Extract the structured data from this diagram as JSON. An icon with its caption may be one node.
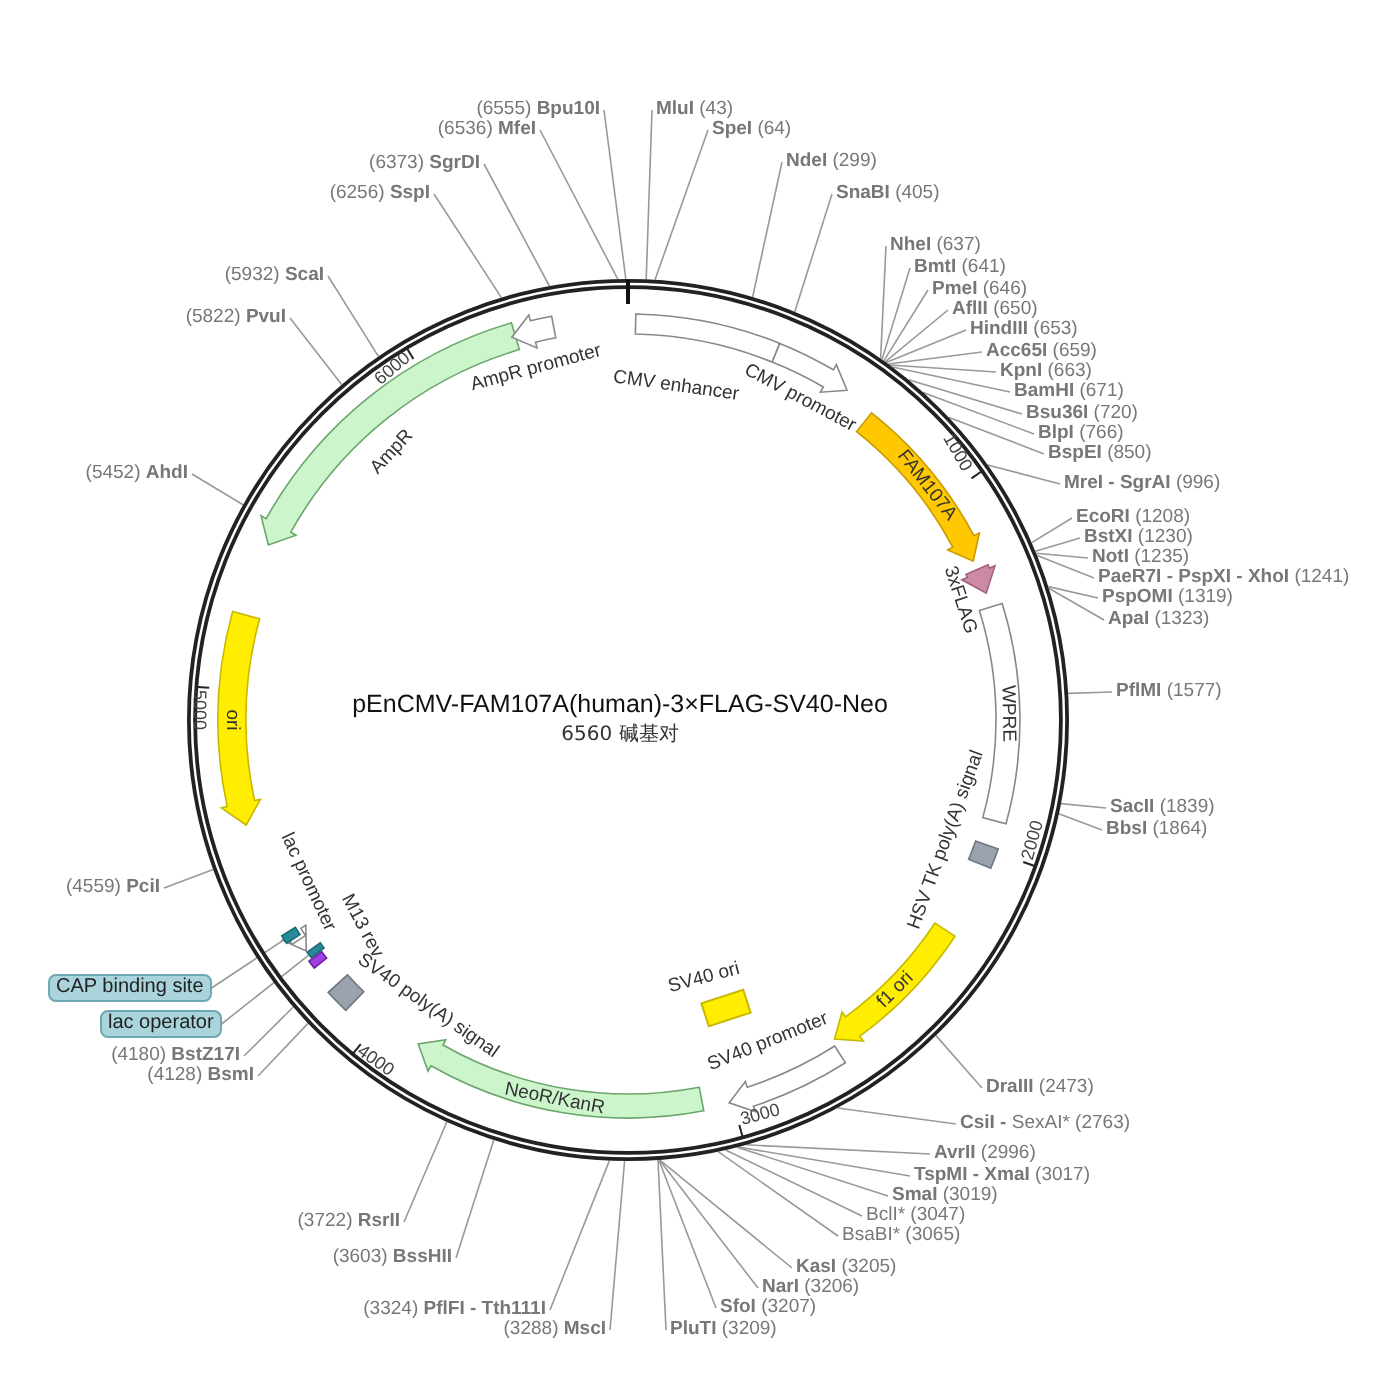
{
  "diagram": {
    "title": "pEnCMV-FAM107A(human)-3×FLAG-SV40-Neo",
    "nodes": [
      {
        "text": [],
        "shape": "circle"
      },
      {
        "text": [
          "CMV enhancer"
        ],
        "in": 0
      },
      {
        "text": [
          "CMV promoter"
        ],
        "in": 0
      },
      {
        "text": [
          "FAM107A"
        ],
        "in": 0
      },
      {
        "text": [
          "3xFLAG"
        ],
        "in": 0
      },
      {
        "text": [
          "WPRE"
        ],
        "in": 0
      },
      {
        "text": [
          "HSV TK poly(A) signal"
        ],
        "in": 0
      },
      {
        "text": [
          "f1 ori"
        ],
        "in": 0
      },
      {
        "text": [
          "SV40 promoter"
        ],
        "in": 0
      },
      {
        "text": [
          "SV40 ori"
        ],
        "in": 0
      },
      {
        "text": [
          "NeoR/KanR"
        ],
        "in": 0
      },
      {
        "text": [
          "SV40 poly(A) signal"
        ],
        "in": 0
      },
      {
        "text": [
          "M13 rev"
        ],
        "in": 0
      },
      {
        "text": [],
        "shape": "box",
        "in": 0
      },
      {
        "text": [
          "lac promoter"
        ],
        "in": 0
      },
      {
        "text": [],
        "shape": "box",
        "in": 0
      },
      {
        "text": [
          "ori"
        ],
        "in": 0
      },
      {
        "text": [
          "AmpR"
        ],
        "in": 0
      },
      {
        "text": [
          "AmpR promoter"
        ],
        "in": 0
      },
      {
        "text": [
          "CAP binding site"
        ]
      },
      {
        "text": [
          "lac operator"
        ]
      },
      {
        "text": [
          "**MluI** (43)"
        ]
      },
      {
        "text": [
          "**SpeI** (64)"
        ]
      },
      {
        "text": [
          "**NdeI** (299)"
        ]
      },
      {
        "text": [
          "**SnaBI** (405)"
        ]
      },
      {
        "text": [
          "**NheI** (637)"
        ]
      },
      {
        "text": [
          "**BmtI** (641)"
        ]
      },
      {
        "text": [
          "**PmeI** (646)"
        ]
      },
      {
        "text": [
          "**AflII** (650)"
        ]
      },
      {
        "text": [
          "**HindIII** (653)"
        ]
      },
      {
        "text": [
          "**Acc65I** (659)"
        ]
      },
      {
        "text": [
          "**KpnI** (663)"
        ]
      },
      {
        "text": [
          "**BamHI** (671)"
        ]
      },
      {
        "text": [
          "**Bsu36I** (720)"
        ]
      },
      {
        "text": [
          "**BlpI** (766)"
        ]
      },
      {
        "text": [
          "**BspEI** (850)"
        ]
      },
      {
        "text": [
          "**MreI - SgrAI** (996)"
        ]
      },
      {
        "text": [
          "**EcoRI** (1208)"
        ]
      },
      {
        "text": [
          "**BstXI** (1230)"
        ]
      },
      {
        "text": [
          "**NotI** (1235)"
        ]
      },
      {
        "text": [
          "**PaeR7I - PspXI - XhoI** (1241)"
        ]
      },
      {
        "text": [
          "**PspOMI** (1319)"
        ]
      },
      {
        "text": [
          "**ApaI** (1323)"
        ]
      },
      {
        "text": [
          "**PflMI** (1577)"
        ]
      },
      {
        "text": [
          "**SacII** (1839)"
        ]
      },
      {
        "text": [
          "**BbsI** (1864)"
        ]
      },
      {
        "text": [
          "**DraIII** (2473)"
        ]
      },
      {
        "text": [
          "**CsiI -** SexAI* (2763)"
        ]
      },
      {
        "text": [
          "**AvrII** (2996)"
        ]
      },
      {
        "text": [
          "**TspMI - XmaI** (3017)"
        ]
      },
      {
        "text": [
          "**SmaI** (3019)"
        ]
      },
      {
        "text": [
          "BclI* (3047)"
        ]
      },
      {
        "text": [
          "BsaBI* (3065)"
        ]
      },
      {
        "text": [
          "**KasI** (3205)"
        ]
      },
      {
        "text": [
          "**NarI** (3206)"
        ]
      },
      {
        "text": [
          "**SfoI** (3207)"
        ]
      },
      {
        "text": [
          "**PluTI** (3209)"
        ]
      },
      {
        "text": [
          "(3288) **MscI**"
        ]
      },
      {
        "text": [
          "(3324) **PflFI - Tth111I**"
        ]
      },
      {
        "text": [
          "(3603) **BssHII**"
        ]
      },
      {
        "text": [
          "(3722) **RsrII**"
        ]
      },
      {
        "text": [
          "(4128) **BsmI**"
        ]
      },
      {
        "text": [
          "(4180) **BstZ17I**"
        ]
      },
      {
        "text": [
          "(4559) **PciI**"
        ]
      },
      {
        "text": [
          "(5452) **AhdI**"
        ]
      },
      {
        "text": [
          "(5822) **PvuI**"
        ]
      },
      {
        "text": [
          "(5932) **ScaI**"
        ]
      },
      {
        "text": [
          "(6256) **SspI**"
        ]
      },
      {
        "text": [
          "(6373) **SgrDI**"
        ]
      },
      {
        "text": [
          "(6536) **MfeI**"
        ]
      },
      {
        "text": [
          "(6555) **Bpu10I**"
        ]
      }
    ],
    "edges": [
      {
        "from": 19,
        "to": 15,
        "arrow": "none"
      },
      {
        "from": 20,
        "to": 13,
        "arrow": "none"
      },
      {
        "from": 21,
        "to": 0,
        "arrow": "none"
      },
      {
        "from": 22,
        "to": 0,
        "arrow": "none"
      },
      {
        "from": 23,
        "to": 0,
        "arrow": "none"
      },
      {
        "from": 24,
        "to": 0,
        "arrow": "none"
      },
      {
        "from": 25,
        "to": 0,
        "arrow": "none"
      },
      {
        "from": 26,
        "to": 0,
        "arrow": "none"
      },
      {
        "from": 27,
        "to": 0,
        "arrow": "none"
      },
      {
        "from": 28,
        "to": 0,
        "arrow": "none"
      },
      {
        "from": 29,
        "to": 0,
        "arrow": "none"
      },
      {
        "from": 30,
        "to": 0,
        "arrow": "none"
      },
      {
        "from": 31,
        "to": 0,
        "arrow": "none"
      },
      {
        "from": 32,
        "to": 0,
        "arrow": "none"
      },
      {
        "from": 33,
        "to": 0,
        "arrow": "none"
      },
      {
        "from": 34,
        "to": 0,
        "arrow": "none"
      },
      {
        "from": 35,
        "to": 0,
        "arrow": "none"
      },
      {
        "from": 36,
        "to": 0,
        "arrow": "none"
      },
      {
        "from": 37,
        "to": 0,
        "arrow": "none"
      },
      {
        "from": 38,
        "to": 0,
        "arrow": "none"
      },
      {
        "from": 39,
        "to": 0,
        "arrow": "none"
      },
      {
        "from": 40,
        "to": 0,
        "arrow": "none"
      },
      {
        "from": 41,
        "to": 0,
        "arrow": "none"
      },
      {
        "from": 42,
        "to": 0,
        "arrow": "none"
      },
      {
        "from": 43,
        "to": 0,
        "arrow": "none"
      },
      {
        "from": 44,
        "to": 0,
        "arrow": "none"
      },
      {
        "from": 45,
        "to": 0,
        "arrow": "none"
      },
      {
        "from": 46,
        "to": 0,
        "arrow": "none"
      },
      {
        "from": 47,
        "to": 0,
        "arrow": "none"
      },
      {
        "from": 48,
        "to": 0,
        "arrow": "none"
      },
      {
        "from": 49,
        "to": 0,
        "arrow": "none"
      },
      {
        "from": 50,
        "to": 0,
        "arrow": "none"
      },
      {
        "from": 51,
        "to": 0,
        "arrow": "none"
      },
      {
        "from": 52,
        "to": 0,
        "arrow": "none"
      },
      {
        "from": 53,
        "to": 0,
        "arrow": "none"
      },
      {
        "from": 54,
        "to": 0,
        "arrow": "none"
      },
      {
        "from": 55,
        "to": 0,
        "arrow": "none"
      },
      {
        "from": 56,
        "to": 0,
        "arrow": "none"
      },
      {
        "from": 57,
        "to": 0,
        "arrow": "none"
      },
      {
        "from": 58,
        "to": 0,
        "arrow": "none"
      },
      {
        "from": 59,
        "to": 0,
        "arrow": "none"
      },
      {
        "from": 60,
        "to": 0,
        "arrow": "none"
      },
      {
        "from": 61,
        "to": 0,
        "arrow": "none"
      },
      {
        "from": 62,
        "to": 0,
        "arrow": "none"
      },
      {
        "from": 63,
        "to": 0,
        "arrow": "none"
      },
      {
        "from": 64,
        "to": 0,
        "arrow": "none"
      },
      {
        "from": 65,
        "to": 0,
        "arrow": "none"
      },
      {
        "from": 66,
        "to": 0,
        "arrow": "none"
      },
      {
        "from": 67,
        "to": 0,
        "arrow": "none"
      },
      {
        "from": 68,
        "to": 0,
        "arrow": "none"
      },
      {
        "from": 69,
        "to": 0,
        "arrow": "none"
      },
      {
        "from": 70,
        "to": 0,
        "arrow": "none"
      }
    ],
    "labels": [
      "6560 碱基对",
      "1000",
      "2000",
      "3000",
      "4000",
      "5000",
      "6000"
    ]
  }
}
